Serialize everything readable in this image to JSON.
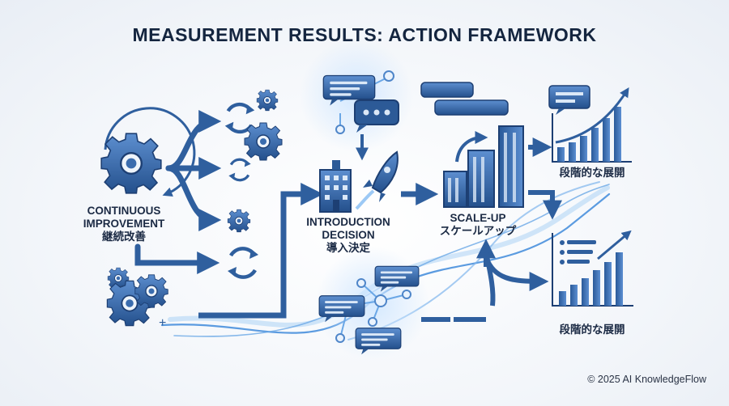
{
  "title": "MEASUREMENT RESULTS: ACTION FRAMEWORK",
  "nodes": {
    "continuous_improvement": {
      "line1": "CONTINUOUS",
      "line2": "IMPROVEMENT",
      "line3": "継続改善"
    },
    "introduction_decision": {
      "line1": "INTRODUCTION",
      "line2": "DECISION",
      "line3": "導入決定"
    },
    "scale_up": {
      "line1": "SCALE-UP",
      "line2": "スケールアップ"
    },
    "phased_rollout_top": {
      "label": "段階的な展開"
    },
    "phased_rollout_bottom": {
      "label": "段階的な展開"
    }
  },
  "footer": "© 2025 AI KnowledgeFlow",
  "colors": {
    "primary": "#2f5f9e",
    "dark": "#1d3f73",
    "light": "#6aa7e6",
    "glow": "#9cc9f5"
  }
}
